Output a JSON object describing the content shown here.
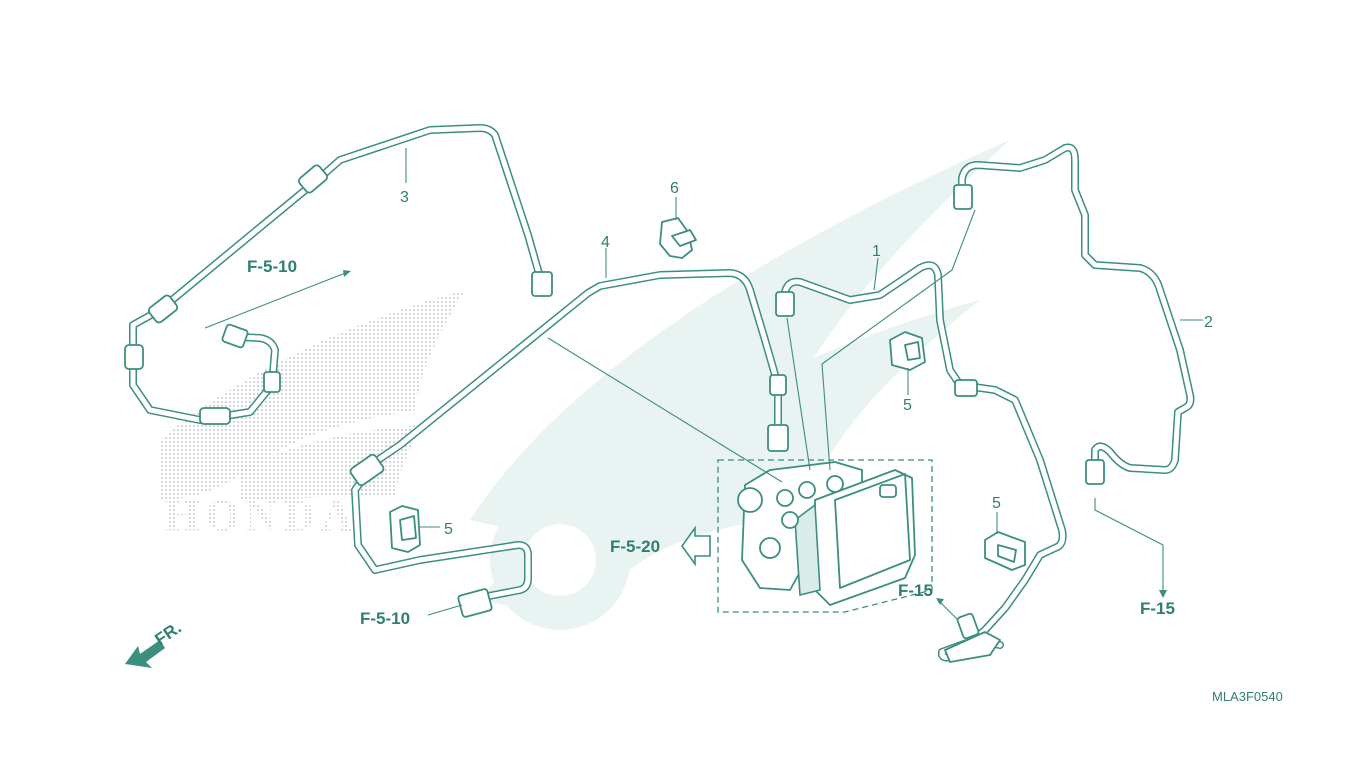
{
  "diagram": {
    "callouts": {
      "pipe_1": "1",
      "pipe_2": "2",
      "pipe_3": "3",
      "pipe_4": "4",
      "clamp_5a": "5",
      "clamp_5b": "5",
      "clamp_5c": "5",
      "clamp_6": "6"
    },
    "references": {
      "f_5_10_top": "F-5-10",
      "f_5_10_bottom": "F-5-10",
      "f_5_20": "F-5-20",
      "f_15_center": "F-15",
      "f_15_right": "F-15"
    },
    "front_indicator": "FR.",
    "watermark_text": "HONDA",
    "drawing_code": "MLA3F0540"
  },
  "colors": {
    "line": "#3c8e81",
    "text": "#2f7f72",
    "watermark": "#e9f3f1",
    "background": "#ffffff"
  }
}
